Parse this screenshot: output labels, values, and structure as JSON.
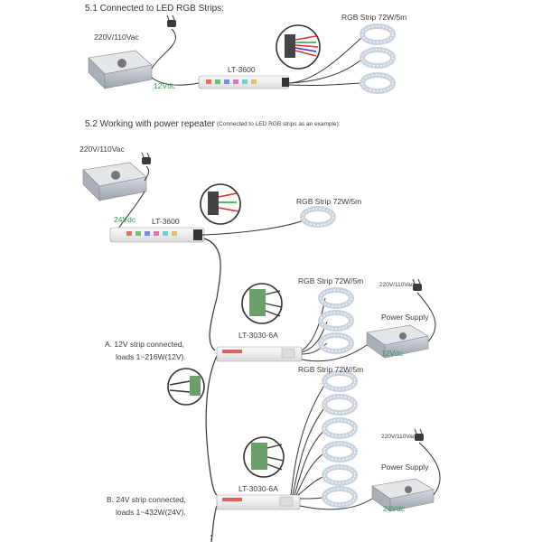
{
  "section1": {
    "heading": "5.1 Connected to LED RGB Strips:",
    "mains": "220V/110Vac",
    "supply_voltage": "12Vdc",
    "controller": "LT-3600",
    "strip_label": "RGB Strip  72W/5m"
  },
  "section2": {
    "heading": "5.2 Working with power repeater",
    "heading_note": "(Connected to LED RGB strips as an example):",
    "mains": "220V/110Vac",
    "supply_voltage": "24Vdc",
    "controller": "LT-3600",
    "strip_label": "RGB Strip  72W/5m"
  },
  "repeater_a": {
    "model": "LT-3030-6A",
    "strip_label": "RGB Strip  72W/5m",
    "mains": "220V/110Vac",
    "supply_label": "Power Supply",
    "supply_voltage": "12Vdc",
    "note_line1": "A. 12V strip connected,",
    "note_line2": "loads 1~216W(12V)."
  },
  "repeater_b": {
    "model": "LT-3030-6A",
    "strip_label": "RGB Strip  72W/5m",
    "mains": "220V/110Vac",
    "supply_label": "Power Supply",
    "supply_voltage": "24Vdc",
    "note_line1": "B. 24V strip connected,",
    "note_line2": "loads 1~432W(24V)."
  },
  "colors": {
    "wire": "#333333",
    "strip": "#cfd8e3",
    "green_label": "#2fa05a",
    "device": "#f0f0f0",
    "supply": "#b9bec6"
  }
}
